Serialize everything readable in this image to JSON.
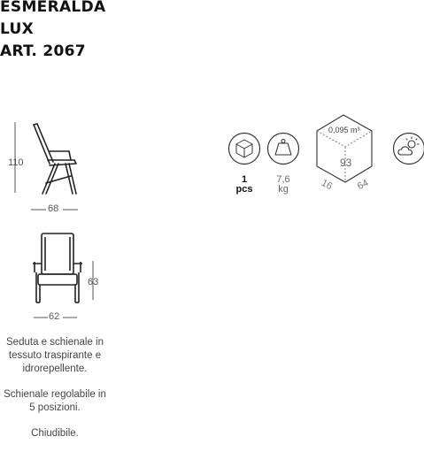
{
  "product": {
    "name_line1": "ESMERALDA",
    "name_line2": "LUX",
    "article": "ART. 2067"
  },
  "dimensions": {
    "height": "110",
    "side_depth": "68",
    "seat_height": "63",
    "front_width": "62"
  },
  "description": {
    "p1": "Seduta e schienale in tessuto traspirante e idrorepellente.",
    "p2": "Schienale regolabile in 5 posizioni.",
    "p3": "Chiudibile."
  },
  "packaging": {
    "pieces_value": "1",
    "pieces_unit": "pcs",
    "weight_value": "7,6",
    "weight_unit": "kg",
    "volume": "0,095 m³",
    "box_height": "93",
    "box_depth": "16",
    "box_width": "64"
  },
  "icons": {
    "box": "box-icon",
    "weight": "weight-icon",
    "carton": "carton-icon",
    "weather": "sun-cloud-icon"
  }
}
